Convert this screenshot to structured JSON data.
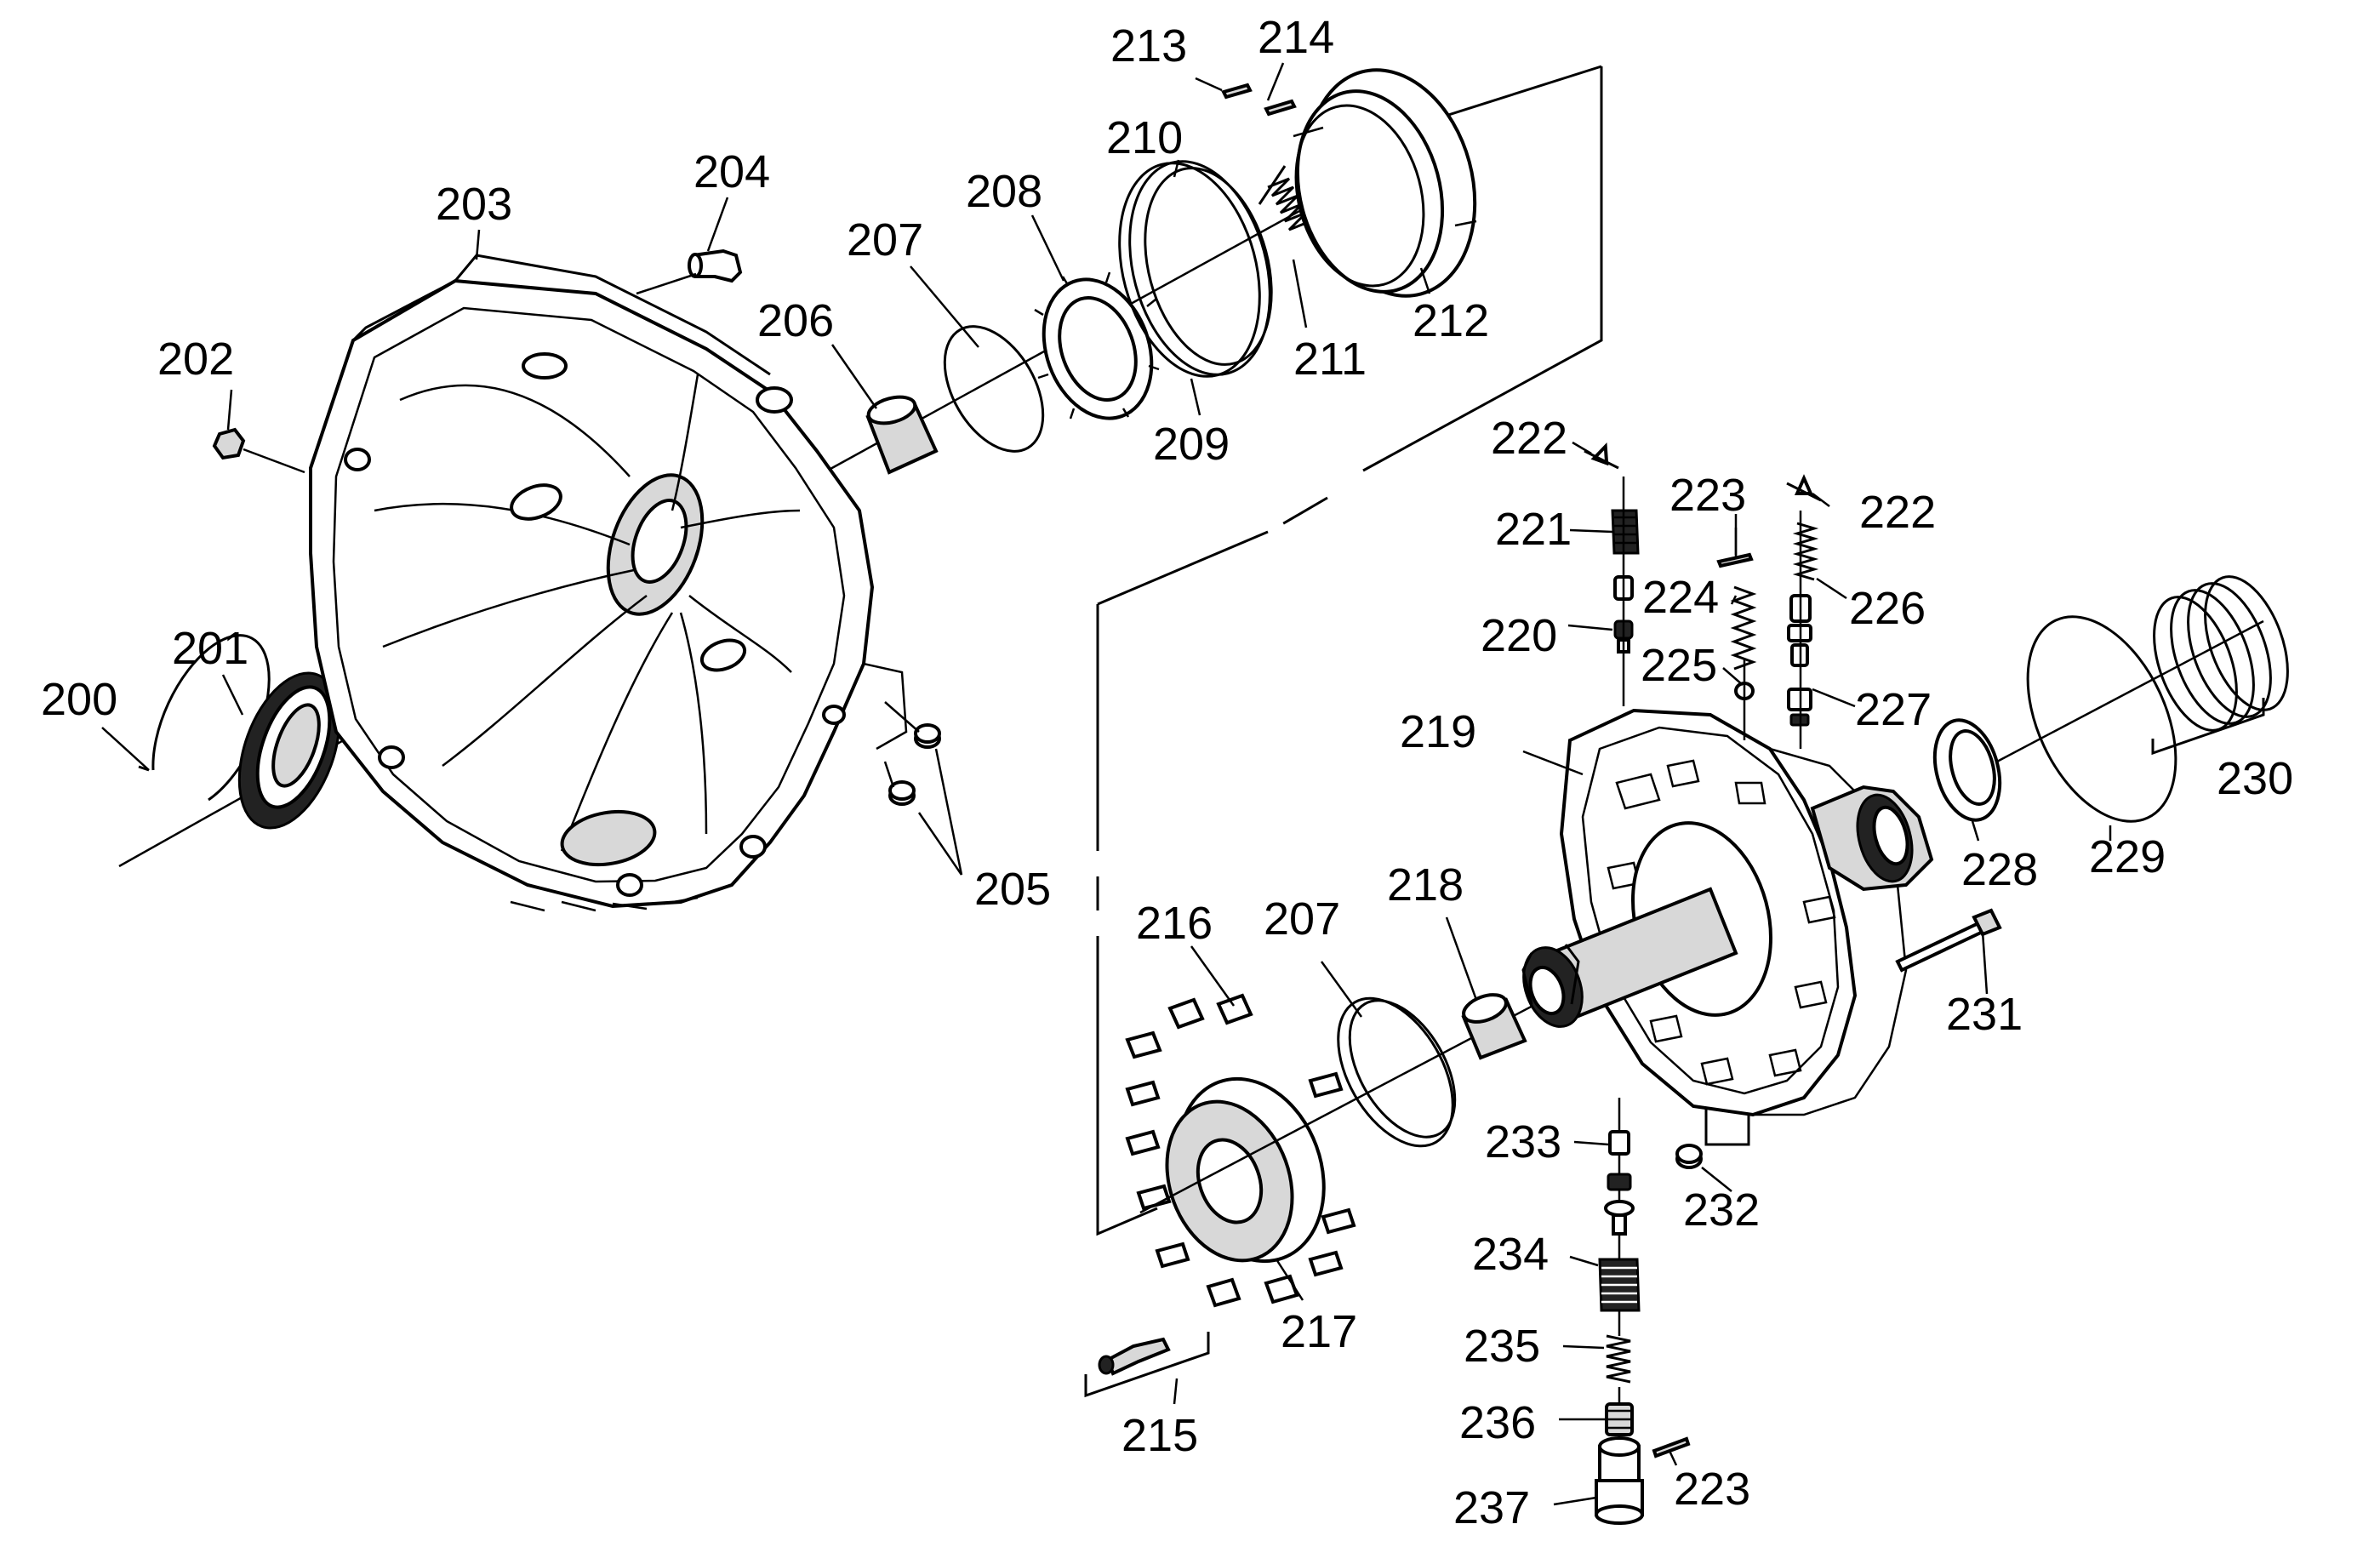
{
  "figure": {
    "type": "exploded-parts-diagram",
    "callouts": [
      {
        "id": "c200",
        "label": "200"
      },
      {
        "id": "c201",
        "label": "201"
      },
      {
        "id": "c202",
        "label": "202"
      },
      {
        "id": "c203",
        "label": "203"
      },
      {
        "id": "c204",
        "label": "204"
      },
      {
        "id": "c205",
        "label": "205"
      },
      {
        "id": "c206",
        "label": "206"
      },
      {
        "id": "c207a",
        "label": "207"
      },
      {
        "id": "c208",
        "label": "208"
      },
      {
        "id": "c209",
        "label": "209"
      },
      {
        "id": "c210",
        "label": "210"
      },
      {
        "id": "c211",
        "label": "211"
      },
      {
        "id": "c212",
        "label": "212"
      },
      {
        "id": "c213",
        "label": "213"
      },
      {
        "id": "c214",
        "label": "214"
      },
      {
        "id": "c215",
        "label": "215"
      },
      {
        "id": "c216",
        "label": "216"
      },
      {
        "id": "c207b",
        "label": "207"
      },
      {
        "id": "c217",
        "label": "217"
      },
      {
        "id": "c218",
        "label": "218"
      },
      {
        "id": "c219",
        "label": "219"
      },
      {
        "id": "c220",
        "label": "220"
      },
      {
        "id": "c221",
        "label": "221"
      },
      {
        "id": "c222a",
        "label": "222"
      },
      {
        "id": "c223a",
        "label": "223"
      },
      {
        "id": "c222b",
        "label": "222"
      },
      {
        "id": "c224",
        "label": "224"
      },
      {
        "id": "c226",
        "label": "226"
      },
      {
        "id": "c225",
        "label": "225"
      },
      {
        "id": "c227",
        "label": "227"
      },
      {
        "id": "c228",
        "label": "228"
      },
      {
        "id": "c229",
        "label": "229"
      },
      {
        "id": "c230",
        "label": "230"
      },
      {
        "id": "c231",
        "label": "231"
      },
      {
        "id": "c232",
        "label": "232"
      },
      {
        "id": "c233",
        "label": "233"
      },
      {
        "id": "c234",
        "label": "234"
      },
      {
        "id": "c235",
        "label": "235"
      },
      {
        "id": "c236",
        "label": "236"
      },
      {
        "id": "c237",
        "label": "237"
      },
      {
        "id": "c223b",
        "label": "223"
      }
    ]
  }
}
